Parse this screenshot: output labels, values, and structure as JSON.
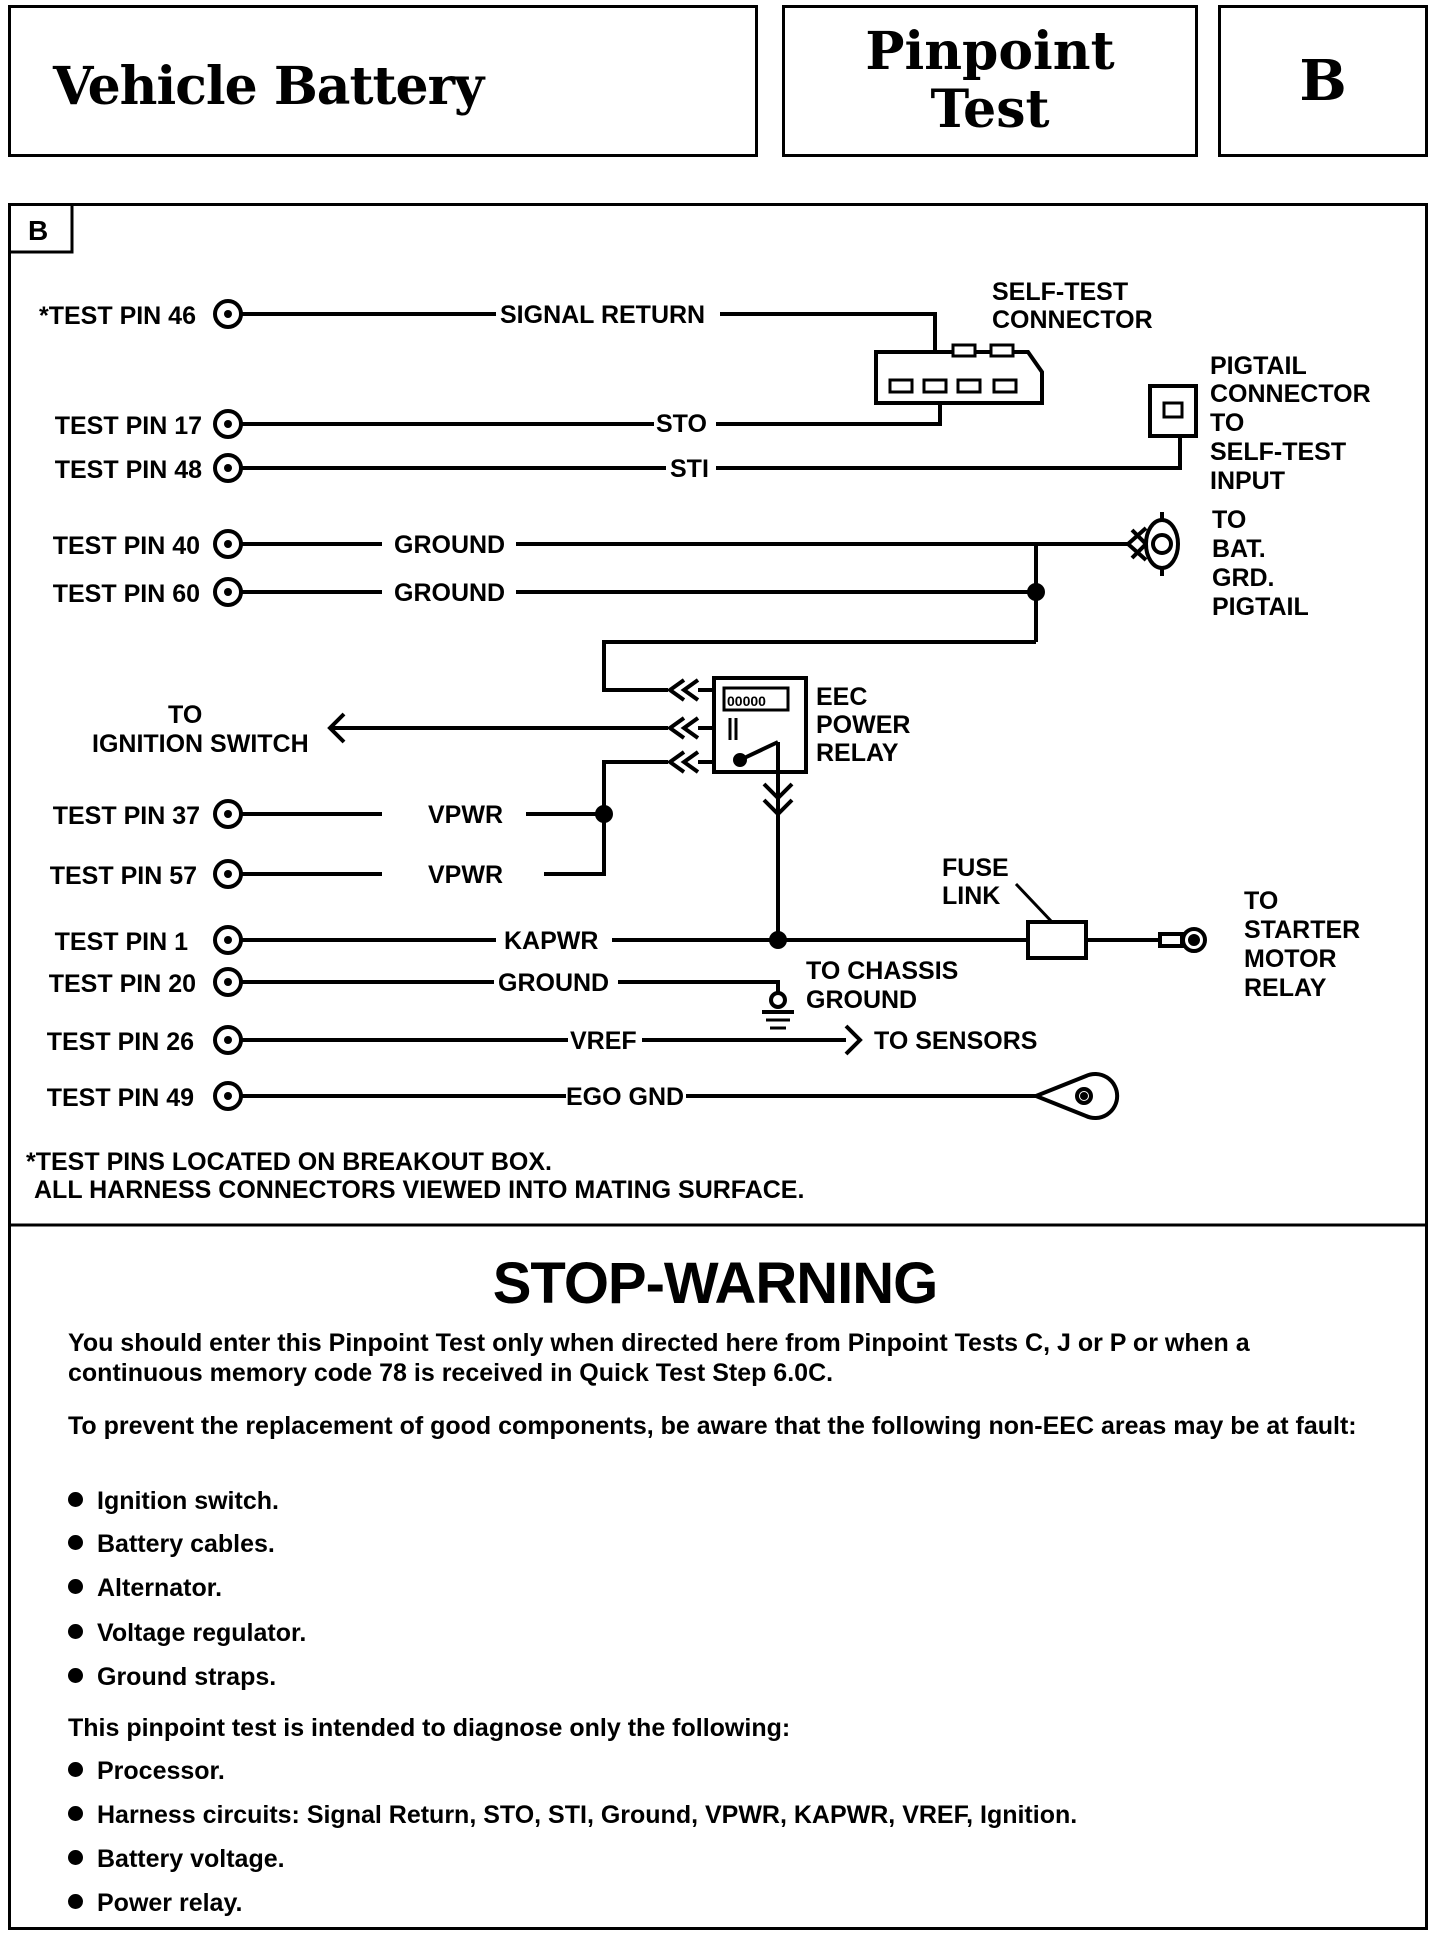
{
  "header": {
    "title": "Vehicle Battery",
    "test_line1": "Pinpoint",
    "test_line2": "Test",
    "test_id": "B"
  },
  "diagram": {
    "corner_label": "B",
    "pins": {
      "p46": "*TEST PIN 46",
      "p17": "TEST PIN 17",
      "p48": "TEST PIN 48",
      "p40": "TEST PIN 40",
      "p60": "TEST PIN 60",
      "p37": "TEST PIN 37",
      "p57": "TEST PIN 57",
      "p1": "TEST PIN 1",
      "p20": "TEST PIN 20",
      "p26": "TEST PIN 26",
      "p49": "TEST PIN 49"
    },
    "circuits": {
      "signal_return": "SIGNAL RETURN",
      "sto": "STO",
      "sti": "STI",
      "ground": "GROUND",
      "vpwr": "VPWR",
      "kapwr": "KAPWR",
      "vref": "VREF",
      "ego_gnd": "EGO GND"
    },
    "labels": {
      "self_test_1": "SELF-TEST",
      "self_test_2": "CONNECTOR",
      "pigtail_1": "PIGTAIL",
      "pigtail_2": "CONNECTOR",
      "pigtail_3": "TO",
      "pigtail_4": "SELF-TEST",
      "pigtail_5": "INPUT",
      "bat_1": "TO",
      "bat_2": "BAT.",
      "bat_3": "GRD.",
      "bat_4": "PIGTAIL",
      "ign_1": "TO",
      "ign_2": "IGNITION SWITCH",
      "relay_1": "EEC",
      "relay_2": "POWER",
      "relay_3": "RELAY",
      "relay_coil": "00000",
      "fuse_1": "FUSE",
      "fuse_2": "LINK",
      "starter_1": "TO",
      "starter_2": "STARTER",
      "starter_3": "MOTOR",
      "starter_4": "RELAY",
      "chassis_1": "TO CHASSIS",
      "chassis_2": "GROUND",
      "sensors": "TO SENSORS"
    },
    "notes": {
      "line1": "*TEST PINS LOCATED ON BREAKOUT BOX.",
      "line2": "ALL HARNESS CONNECTORS VIEWED INTO MATING SURFACE."
    }
  },
  "warning": {
    "title": "STOP-WARNING",
    "para1": "You should enter this Pinpoint Test only when directed here from Pinpoint Tests C, J or P or when a continuous memory code 78 is received in Quick Test Step 6.0C.",
    "para2": "To prevent the replacement of good components, be aware that the following non-EEC areas may be at fault:",
    "list1": [
      "Ignition switch.",
      "Battery cables.",
      "Alternator.",
      "Voltage regulator.",
      "Ground straps."
    ],
    "para3": "This pinpoint test is intended to diagnose only the following:",
    "list2": [
      "Processor.",
      "Harness circuits: Signal Return, STO, STI,  Ground, VPWR, KAPWR, VREF, Ignition.",
      "Battery voltage.",
      "Power relay."
    ]
  }
}
